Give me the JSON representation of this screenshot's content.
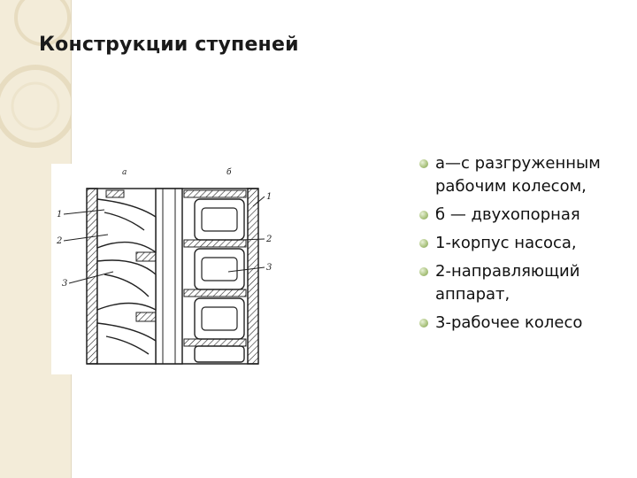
{
  "slide": {
    "title": "Конструкции ступеней"
  },
  "figure": {
    "panel_a_label": "а",
    "panel_b_label": "б",
    "callouts_left": [
      "1",
      "2",
      "3"
    ],
    "callouts_right": [
      "1",
      "2",
      "3"
    ]
  },
  "bullets": [
    {
      "text": "а—с разгруженным рабочим колесом,"
    },
    {
      "text": "б — двухопорная"
    },
    {
      "text": "1-корпус насоса,"
    },
    {
      "text": "2-направляющий аппарат,"
    },
    {
      "text": "3-рабочее колесо"
    }
  ],
  "colors": {
    "accent_strip": "#f3ecd9",
    "bullet": "#a9c27c"
  }
}
